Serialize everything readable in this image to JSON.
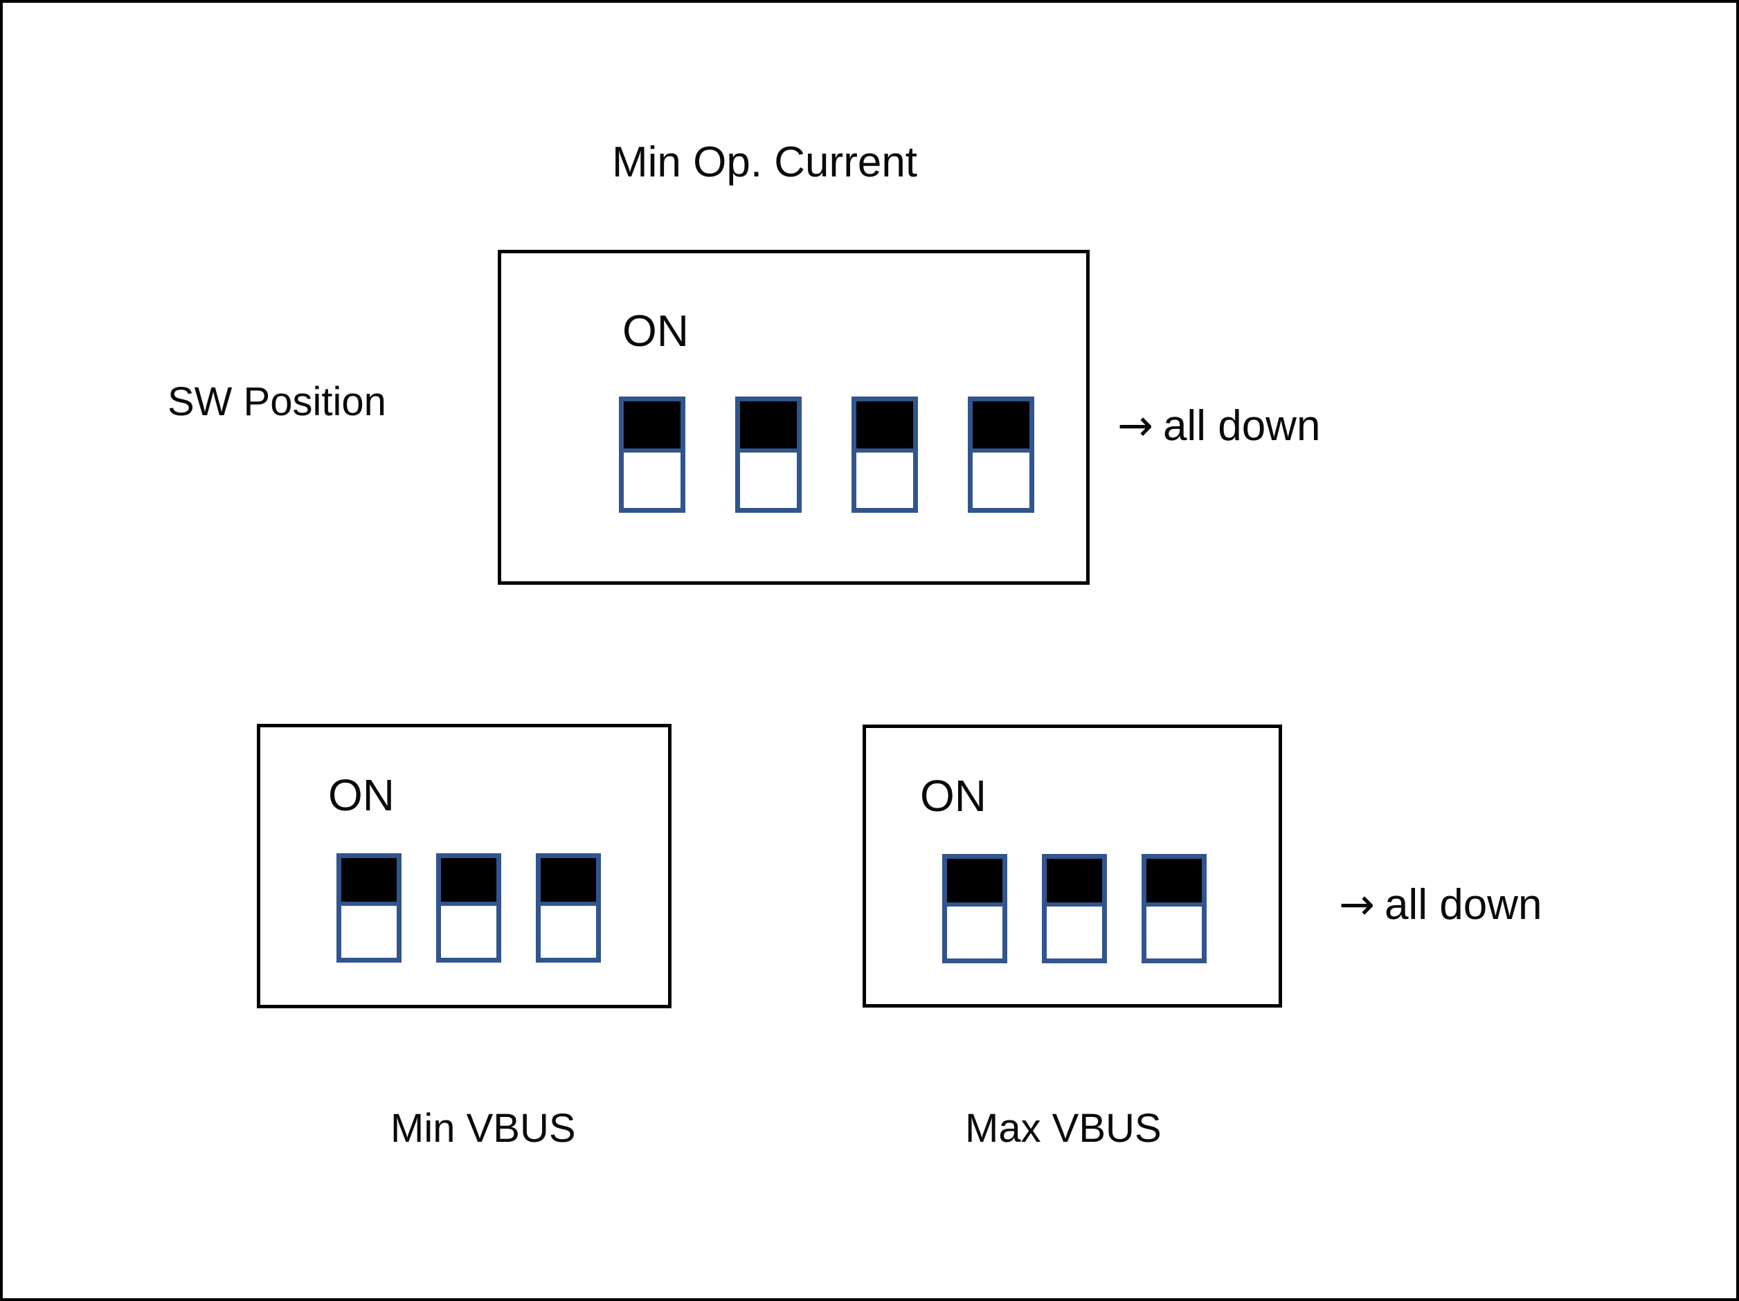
{
  "diagram": {
    "title": "Min Op. Current",
    "row_label": "SW Position",
    "blocks": [
      {
        "id": "min-op-current",
        "on_label": "ON",
        "switch_count": 4,
        "switch_states": [
          "up",
          "up",
          "up",
          "up"
        ],
        "note": "all down",
        "note_arrow": "→",
        "caption": ""
      },
      {
        "id": "min-vbus",
        "on_label": "ON",
        "switch_count": 3,
        "switch_states": [
          "up",
          "up",
          "up"
        ],
        "note": "",
        "note_arrow": "",
        "caption": "Min VBUS"
      },
      {
        "id": "max-vbus",
        "on_label": "ON",
        "switch_count": 3,
        "switch_states": [
          "up",
          "up",
          "up"
        ],
        "note": "all down",
        "note_arrow": "→",
        "caption": "Max VBUS"
      }
    ],
    "colors": {
      "switch_border": "#31558C",
      "switch_lever": "#000000",
      "block_border": "#000000",
      "frame_border": "#000000",
      "text": "#0A0A0A",
      "background": "#FFFFFF"
    }
  }
}
